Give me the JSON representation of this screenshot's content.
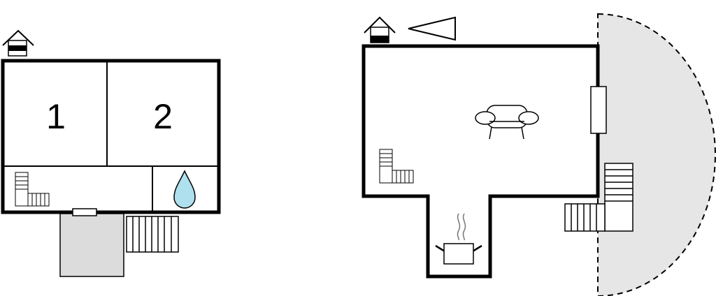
{
  "floor_plan": {
    "left_floor": {
      "rooms": [
        {
          "number": "1"
        },
        {
          "number": "2"
        }
      ],
      "icons": [
        "house-icon",
        "stairs-icon",
        "water-drop-icon",
        "terrace-area",
        "outside-stairs-icon",
        "door-step"
      ]
    },
    "right_floor": {
      "icons": [
        "house-icon",
        "compass-icon",
        "sofa-icon",
        "window-icon",
        "stairs-icon",
        "kitchen-pot-icon",
        "outside-stairs-icon",
        "garden-area"
      ]
    },
    "colors": {
      "wall": "#000000",
      "water": "#aee0ee",
      "terrace": "#dcdcdc",
      "garden": "#e6e6e6"
    }
  }
}
